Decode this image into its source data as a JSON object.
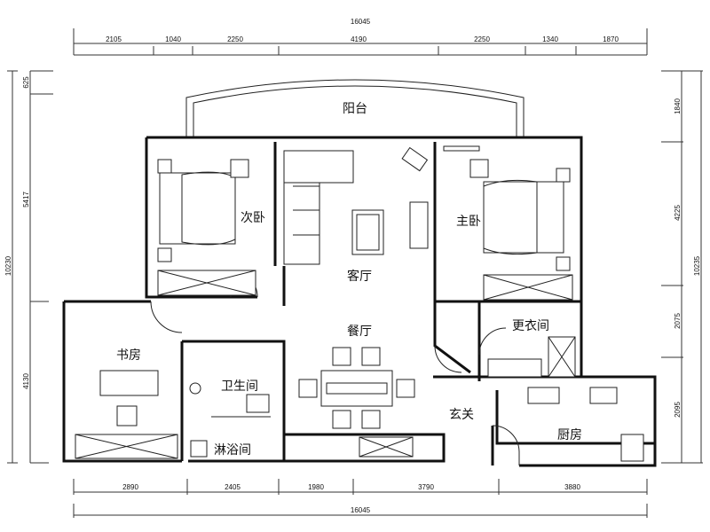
{
  "title": "Apartment floor plan",
  "dimensions": {
    "top_total": "16045",
    "top_segments": [
      "2105",
      "1040",
      "2250",
      "4190",
      "2250",
      "1340",
      "1870"
    ],
    "bottom_segments": [
      "2890",
      "2405",
      "1980",
      "3790",
      "3880"
    ],
    "bottom_total": "16045",
    "left_segments": [
      "625",
      "5417",
      "4130"
    ],
    "left_total": "10230",
    "right_segments": [
      "1840",
      "4225",
      "2075",
      "2095"
    ],
    "right_total": "10235"
  },
  "rooms": {
    "balcony": "阳台",
    "second_bedroom": "次卧",
    "living_room": "客厅",
    "master_bedroom": "主卧",
    "dining_room": "餐厅",
    "study": "书房",
    "bathroom": "卫生间",
    "dressing_room": "更衣间",
    "foyer": "玄关",
    "kitchen": "厨房",
    "shower_room": "淋浴间"
  }
}
